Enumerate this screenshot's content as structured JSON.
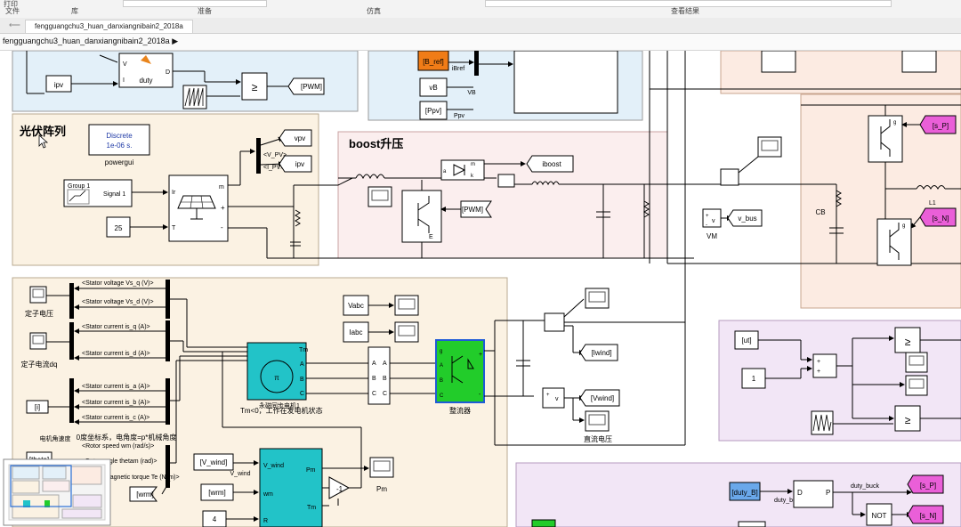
{
  "ribbon": {
    "tabs": [
      "文件",
      "库",
      "准备",
      "仿真",
      "查看结果"
    ],
    "left_partial": "打印"
  },
  "document": {
    "tab_label": "fengguangchu3_huan_danxiangnibain2_2018a",
    "breadcrumb": "fengguangchu3_huan_danxiangnibain2_2018a",
    "breadcrumb_arrow": "▶"
  },
  "pv_section": {
    "title": "光伏阵列",
    "powergui_line1": "Discrete",
    "powergui_line2": "1e-06 s.",
    "powergui_label": "powergui",
    "group_block": "Group 1",
    "signal_label": "Signal 1",
    "const_25": "25",
    "port_ir": "Ir",
    "port_t": "T",
    "port_m": "m",
    "port_plus": "+",
    "port_minus": "-",
    "bus_v_pv": "<V_PV>",
    "bus_i_pv": "<I_PV>",
    "goto_vpv": "vpv",
    "goto_ipv": "ipv"
  },
  "mppt_section": {
    "from_ipv": "ipv",
    "duty_label": "duty",
    "port_v": "V",
    "port_i": "I",
    "port_d": "D",
    "ge": "≥",
    "goto_pwm": "[PWM]"
  },
  "boost_section": {
    "title": "boost升压",
    "goto_iboost": "iboost",
    "from_pwm": "[PWM]",
    "port_m": "m",
    "port_k": "k",
    "port_a": "a",
    "port_e": "E"
  },
  "battery_section": {
    "from_b_ref": "[B_ref]",
    "from_vb": "vB",
    "from_ppv": "[Ppv]",
    "label_ibref": "iBref",
    "label_vb": "VB",
    "label_ppv": "Ppv"
  },
  "dc_bus": {
    "goto_vbus": "v_bus",
    "vm_label": "VM",
    "port_plus": "+",
    "port_v": "v",
    "port_minus": "-"
  },
  "inverter": {
    "cb_label": "CB",
    "l1_label": "L1",
    "goto_s_p": "[s_P]",
    "goto_s_n": "[s_N]",
    "port_g": "g"
  },
  "wind_section": {
    "stator_vq": "<Stator voltage Vs_q (V)>",
    "stator_vd": "<Stator voltage Vs_d (V)>",
    "stator_iq": "<Stator current is_q (A)>",
    "stator_id": "<Stator current is_d (A)>",
    "stator_ia": "<Stator current is_a (A)>",
    "stator_ib": "<Stator current is_b (A)>",
    "stator_ic": "<Stator current is_c (A)>",
    "rotor_speed": "<Rotor speed wm (rad/s)>",
    "rotor_angle": "<Rotor angle thetam (rad)>",
    "torque": "<Electromagnetic torque Te (N*m)>",
    "label_stator_voltage": "定子电压",
    "label_stator_current": "定子电流dq",
    "label_speed": "电机角速度",
    "angle_note": "0度坐标系，电角度=p*机械角度",
    "from_i": "[i]",
    "from_theta": "[theta]",
    "pmsg_label": "Tm<0，工作在发电机状态",
    "pmsg_under": "永磁同步电机1",
    "port_tm": "Tm",
    "port_a": "A",
    "port_b": "B",
    "port_c": "C",
    "from_vabc": "Vabc",
    "from_iabc": "Iabc",
    "rectifier_label": "整流器",
    "from_v_wind": "[V_wind]",
    "label_v_wind": "V_wind",
    "from_wrm": "[wrm]",
    "from_wrm2": "[wrm]",
    "const_4": "4",
    "turbine_vwind": "V_wind",
    "turbine_wm": "wm",
    "turbine_r": "R",
    "turbine_pm": "Pm",
    "turbine_tm": "Tm",
    "scope_pm": "Pm",
    "gain": "-1",
    "goto_iwind": "[Iwind]",
    "goto_vwind": "[Vwind]",
    "dc_voltage": "直流电压"
  },
  "pwm_section": {
    "from_ut": "[ut]",
    "const_1": "1",
    "ge1": "≥",
    "ge2": "≥"
  },
  "buck_section": {
    "from_duty_b": "[duty_B]",
    "duty_buck": "duty_buck",
    "goto_duty_buck": "duty_buck",
    "port_d": "D",
    "port_p": "P",
    "not_label": "NOT",
    "goto_s_p": "[s_P]",
    "goto_s_n": "[s_N]"
  },
  "colors": {
    "pv_bg": "#fbf2e3",
    "boost_bg": "#fbeeee",
    "battery_bg": "#e3f0f9",
    "inverter_bg": "#fcebe2",
    "pwm_bg": "#f2e6f6",
    "pmsg": "#22c3c8",
    "rectifier": "#22cc2a",
    "goto_orange": "#f07c17",
    "goto_magenta": "#ea5fd8",
    "from_blue": "#6aa8ea"
  }
}
